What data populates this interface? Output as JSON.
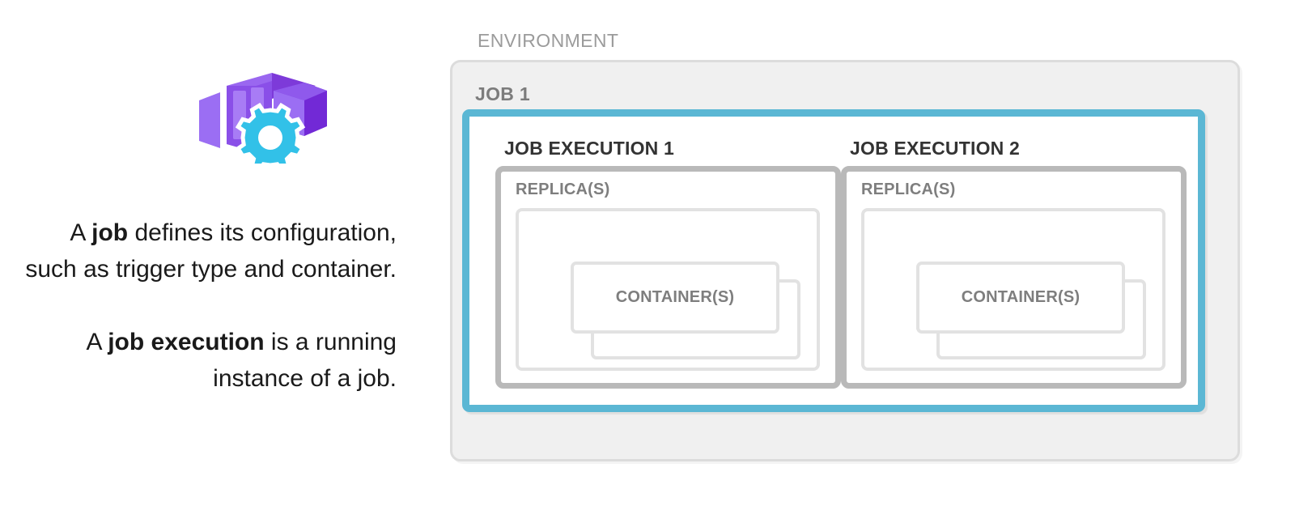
{
  "left": {
    "icon_name": "container-apps-jobs-icon",
    "icon_colors": {
      "container_light": "#9b6ef3",
      "container_mid": "#8a4fe8",
      "container_dark": "#7229d6",
      "gear": "#32c1e8"
    },
    "caption": {
      "line1_prefix": "A ",
      "line1_bold": "job",
      "line1_suffix": " defines its configuration, such as trigger type and container.",
      "line2_prefix": "A ",
      "line2_bold": "job execution",
      "line2_suffix": " is a running instance of a job."
    }
  },
  "diagram": {
    "environment_label": "ENVIRONMENT",
    "job_label": "JOB 1",
    "colors": {
      "environment_fill": "#f0f0f0",
      "environment_border": "#dcdcdc",
      "job_border": "#5bb7d4",
      "replica_border": "#b9b9b9",
      "container_border": "#e2e2e2",
      "label_gray": "#9b9b9b",
      "label_dark": "#333333",
      "label_mid": "#7e7e7e"
    },
    "executions": [
      {
        "label": "JOB EXECUTION 1",
        "replica_label": "REPLICA(S)",
        "container_label": "CONTAINER(S)"
      },
      {
        "label": "JOB EXECUTION 2",
        "replica_label": "REPLICA(S)",
        "container_label": "CONTAINER(S)"
      }
    ]
  }
}
